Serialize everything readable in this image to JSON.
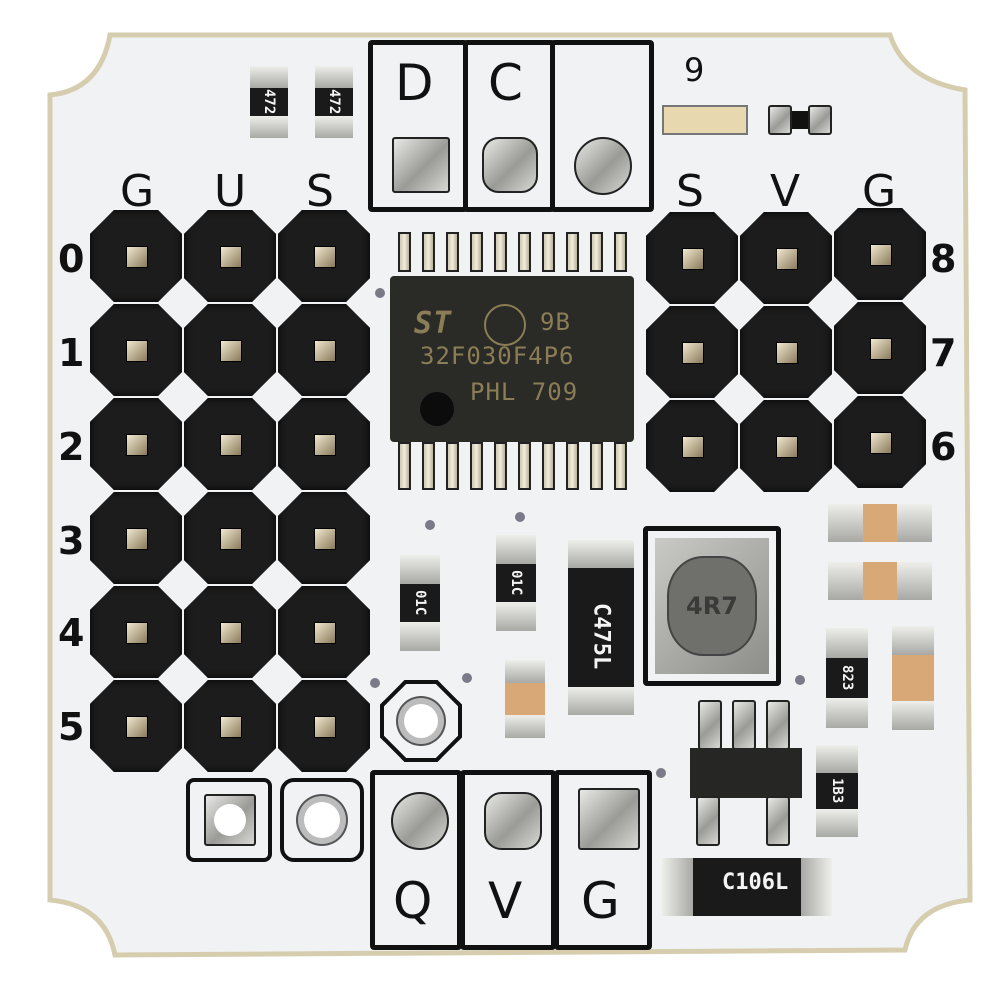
{
  "board": {
    "color": "#f2f3f5",
    "edge_color": "#d8ceb0",
    "silkscreen_color": "#111111"
  },
  "left_header": {
    "column_labels": [
      "G",
      "U",
      "S"
    ],
    "row_labels": [
      "0",
      "1",
      "2",
      "3",
      "4",
      "5"
    ]
  },
  "right_header": {
    "column_labels": [
      "S",
      "V",
      "G"
    ],
    "row_labels": [
      "8",
      "7",
      "6"
    ]
  },
  "top_connector": {
    "labels": [
      "D",
      "C",
      ""
    ]
  },
  "bottom_connector": {
    "labels": [
      "Q",
      "V",
      "G"
    ]
  },
  "led_label": "9",
  "mcu": {
    "logo": "ST",
    "line1": "9B",
    "line2": "32F030F4P6",
    "line3": "PHL 709"
  },
  "components": {
    "r_top_left": "472",
    "r_top_right": "472",
    "r_mid_left": "01C",
    "r_mid_right": "01C",
    "inductor_small": "C475L",
    "inductor_power": "4R7",
    "r_right_a": "823",
    "r_right_b": "1B3",
    "inductor_bottom": "C106L"
  }
}
